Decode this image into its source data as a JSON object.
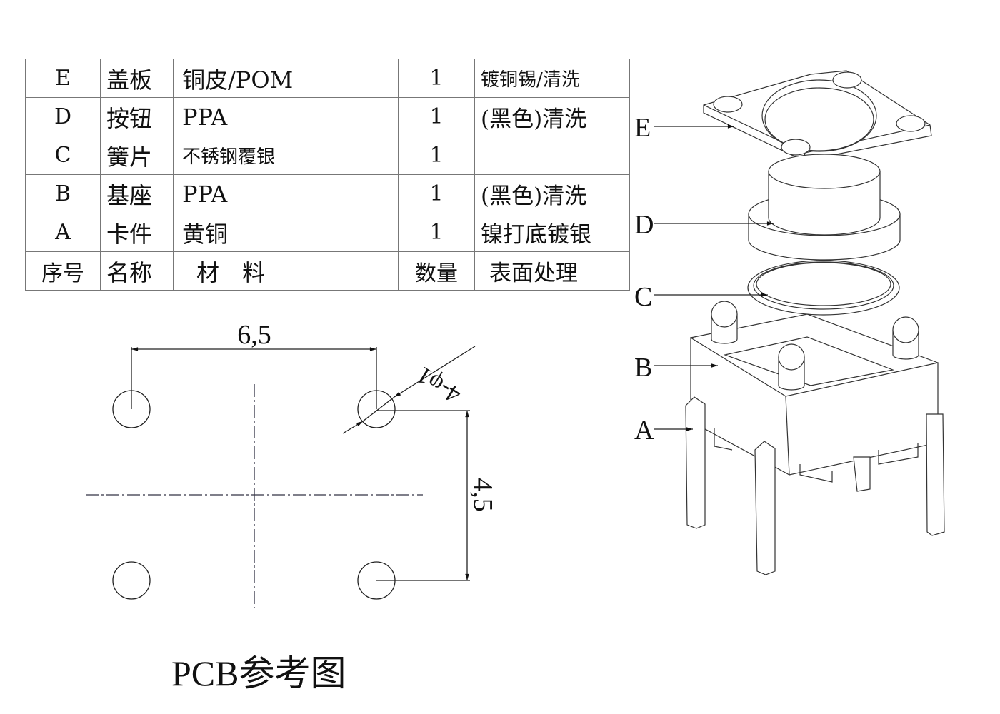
{
  "bom_table": {
    "rows": [
      {
        "id": "E",
        "name": "盖板",
        "material": "铜皮/POM",
        "qty": "1",
        "finish": "镀铜锡/清洗"
      },
      {
        "id": "D",
        "name": "按钮",
        "material": "PPA",
        "qty": "1",
        "finish": "(黑色)清洗"
      },
      {
        "id": "C",
        "name": "簧片",
        "material": "不锈钢覆银",
        "qty": "1",
        "finish": ""
      },
      {
        "id": "B",
        "name": "基座",
        "material": "PPA",
        "qty": "1",
        "finish": "(黑色)清洗"
      },
      {
        "id": "A",
        "name": "卡件",
        "material": "黄铜",
        "qty": "1",
        "finish": "镍打底镀银"
      }
    ],
    "header": {
      "id": "序号",
      "name": "名称",
      "material": "材　料",
      "qty": "数量",
      "finish": "表面处理"
    }
  },
  "pcb": {
    "dim_horizontal": "6,5",
    "dim_vertical": "4,5",
    "hole_note": "4-φ1",
    "title": "PCB参考图"
  },
  "exploded_view": {
    "labels": [
      "E",
      "D",
      "C",
      "B",
      "A"
    ]
  }
}
